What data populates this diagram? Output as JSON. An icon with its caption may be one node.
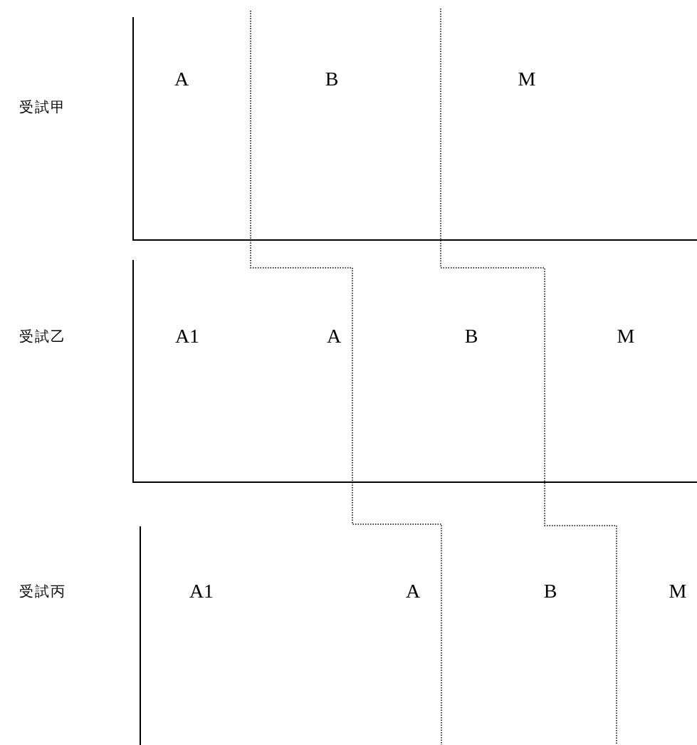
{
  "diagram": {
    "labels": [
      "受試甲",
      "A",
      "B",
      "M",
      "受試乙",
      "A1",
      "A",
      "B",
      "M",
      "受試丙",
      "A1",
      "A",
      "B",
      "M"
    ]
  }
}
